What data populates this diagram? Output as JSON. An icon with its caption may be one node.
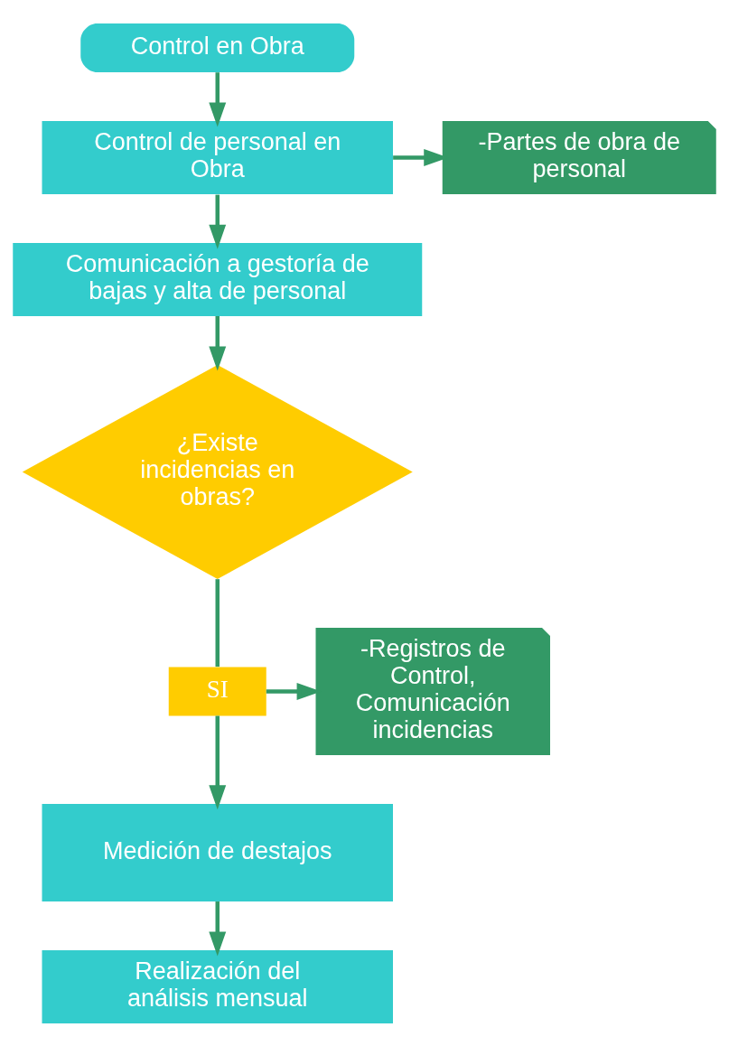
{
  "diagram": {
    "nodes": [
      {
        "text": [
          "Control en Obra"
        ]
      },
      {
        "text": [
          "Control de personal en Obra"
        ]
      },
      {
        "text": [
          "-Partes de obra de personal"
        ]
      },
      {
        "text": [
          "Comunicación a gestoría de bajas y alta de personal"
        ]
      },
      {
        "text": [
          "¿Existe incidencias en obras?"
        ]
      },
      {
        "text": [
          "SI"
        ]
      },
      {
        "text": [
          "-Registros de Control, Comunicación incidencias"
        ]
      },
      {
        "text": [
          "Medición de destajos"
        ]
      },
      {
        "text": [
          "Realización del análisis mensual"
        ]
      }
    ],
    "edges": [
      {
        "from": 0,
        "to": 1,
        "arrow": "to"
      },
      {
        "from": 1,
        "to": 2,
        "arrow": "to"
      },
      {
        "from": 1,
        "to": 3,
        "arrow": "to"
      },
      {
        "from": 3,
        "to": 4,
        "arrow": "to"
      },
      {
        "from": 4,
        "to": 5,
        "arrow": "none"
      },
      {
        "from": 5,
        "to": 6,
        "arrow": "to"
      },
      {
        "from": 5,
        "to": 7,
        "arrow": "to"
      },
      {
        "from": 7,
        "to": 8,
        "arrow": "to"
      }
    ]
  }
}
